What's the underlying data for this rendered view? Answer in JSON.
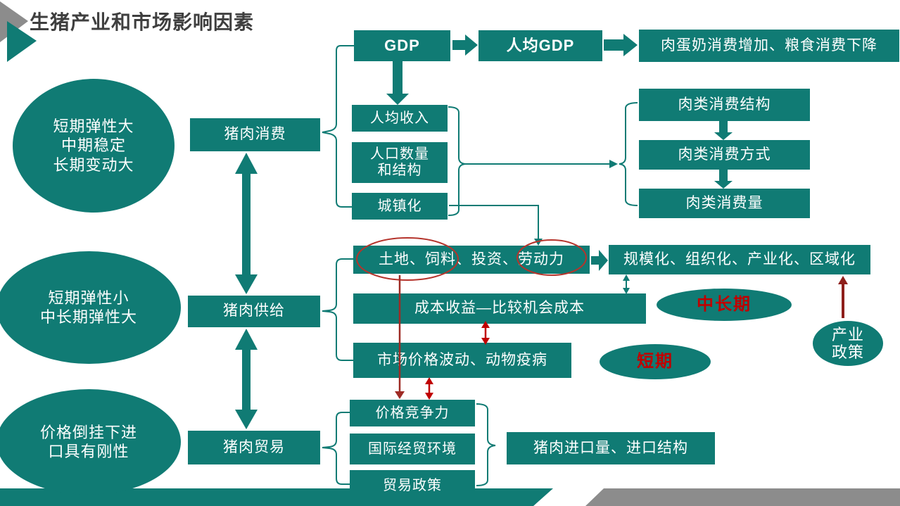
{
  "slide": {
    "title": "生猪产业和市场影响因素"
  },
  "side_notes": [
    {
      "text": "短期弹性大\n中期稳定\n长期变动大"
    },
    {
      "text": "短期弹性小\n中长期弹性大"
    },
    {
      "text": "价格倒挂下进\n口具有刚性"
    }
  ],
  "chain": {
    "consumption": "猪肉消费",
    "supply": "猪肉供给",
    "trade": "猪肉贸易"
  },
  "top_flow": {
    "gdp": "GDP",
    "per_capita_gdp": "人均GDP",
    "outcome": "肉蛋奶消费增加、粮食消费下降"
  },
  "consumption_factors": {
    "income": "人均收入",
    "population": "人口数量\n和结构",
    "urbanization": "城镇化"
  },
  "meat_chain": {
    "structure": "肉类消费结构",
    "style": "肉类消费方式",
    "volume": "肉类消费量"
  },
  "supply_factors": {
    "inputs": "土地、饲料、投资、劳动力",
    "modernization": "规模化、组织化、产业化、区域化",
    "cost": "成本收益—比较机会成本",
    "market_risk": "市场价格波动、动物疫病"
  },
  "term_labels": {
    "mid_long": "中长期",
    "short": "短期",
    "industry_policy": "产业\n政策"
  },
  "trade_factors": {
    "price": "价格竞争力",
    "intl": "国际经贸环境",
    "policy": "贸易政策",
    "outcome": "猪肉进口量、进口结构"
  },
  "colors": {
    "teal": "#107B74",
    "annotation_red": "#B5342C",
    "label_red": "#C00000",
    "dark_red": "#9E2B25",
    "gray": "#8C8C8C",
    "title_gray": "#3F3F3F"
  }
}
